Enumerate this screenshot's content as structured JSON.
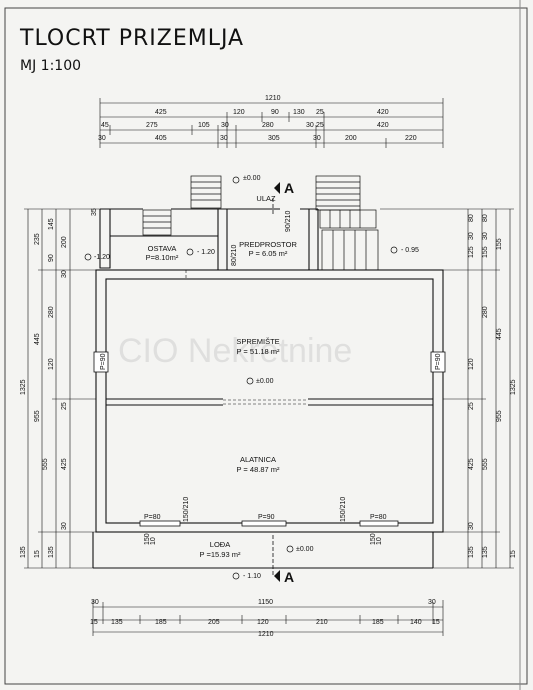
{
  "title": "TLOCRT  PRIZEMLJA",
  "scale": "MJ 1:100",
  "watermark": "CIO Nekretnine",
  "section_marker": "A",
  "top_dims": {
    "row1": [
      "1210"
    ],
    "row2": [
      "425",
      "120",
      "90",
      "130",
      "25",
      "420"
    ],
    "row3": [
      "45",
      "275",
      "105",
      "30",
      "280",
      "30",
      "25",
      "420"
    ],
    "row4": [
      "30",
      "405",
      "30",
      "305",
      "30",
      "200",
      "220"
    ]
  },
  "bottom_dims": {
    "row1": [
      "30",
      "1150",
      "30"
    ],
    "row2": [
      "15",
      "135",
      "185",
      "205",
      "120",
      "210",
      "185",
      "140",
      "15"
    ],
    "row3": [
      "1210"
    ]
  },
  "left_dims": {
    "outer": [
      "1325"
    ],
    "mid": [
      "235",
      "445",
      "955",
      "555"
    ],
    "inner": [
      "145",
      "200",
      "90",
      "280",
      "120",
      "25",
      "425",
      "30",
      "135",
      "135",
      "15"
    ],
    "innermost": [
      "35",
      "30"
    ]
  },
  "right_dims": {
    "outer": [
      "1325"
    ],
    "mid": [
      "155",
      "445",
      "955",
      "555"
    ],
    "inner": [
      "80",
      "30",
      "125",
      "280",
      "120",
      "25",
      "425",
      "30",
      "135",
      "135",
      "15"
    ],
    "innermost": [
      "80",
      "30",
      "155"
    ]
  },
  "levels": {
    "entry": "±0.00",
    "ostava": "- 1.20",
    "ostava_left": "-1.20",
    "right": "- 0.95",
    "spremiste": "±0.00",
    "loda": "±0.00",
    "bottom": "- 1.10"
  },
  "rooms": [
    {
      "name": "OSTAVA",
      "area": "P=8.10m²"
    },
    {
      "name": "PREDPROSTOR",
      "area": "P = 6.05 m²"
    },
    {
      "name": "SPREMIŠTE",
      "area": "P = 51.18 m²"
    },
    {
      "name": "ALATNICA",
      "area": "P = 48.87 m²"
    },
    {
      "name": "LOĐA",
      "area": "P =15.93 m²"
    }
  ],
  "labels": {
    "entrance": "ULAZ",
    "window_door_left": "P=90",
    "window_door_right": "P=90",
    "door_80_210": "80/210",
    "door_90_210": "90/210",
    "door_150_210": "150/210",
    "p80": "P=80",
    "p90": "P=90",
    "h150": "150",
    "h10": "10"
  }
}
